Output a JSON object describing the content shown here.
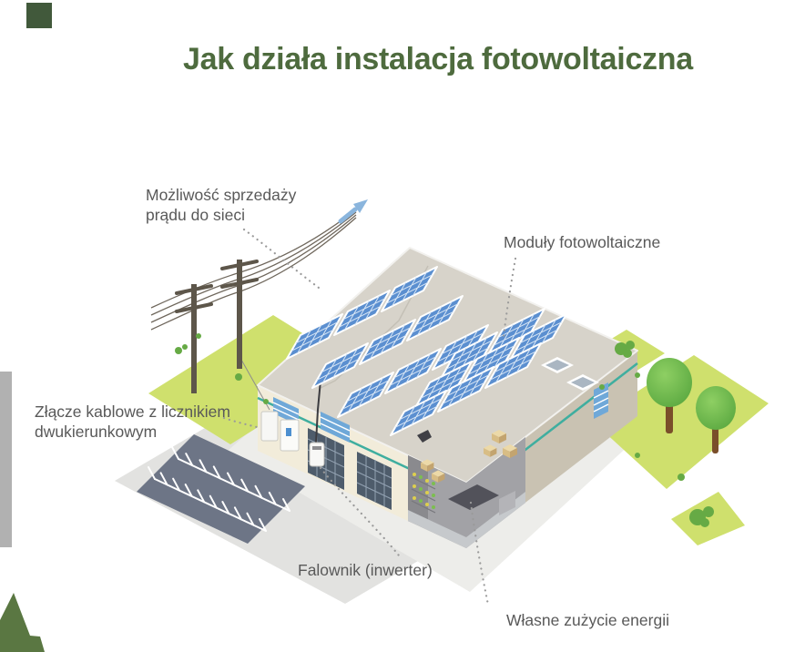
{
  "title": "Jak działa instalacja fotowoltaiczna",
  "labels": {
    "sell": "Możliwość sprzedaży prądu do sieci",
    "modules": "Moduły fotowoltaiczne",
    "junction": "Złącze kablowe z licznikiem dwukierunkowym",
    "inverter": "Falownik (inwerter)",
    "consumption": "Własne zużycie energii"
  },
  "colors": {
    "title_green": "#4e6b3e",
    "label_gray": "#595959",
    "panel_blue": "#5b8fd0",
    "panel_grid": "#d8e6f5",
    "grass_green": "#cfe06d",
    "tree_green": "#5aa840",
    "teal_stripe": "#3fae9f",
    "wall_cream": "#f2ecda",
    "wall_side": "#c9c2b2",
    "roof_gray": "#d7d3ca",
    "parking_gray": "#6d7586",
    "apron_gray": "#e2e2e0",
    "accent_bar_gray": "#b1b1b1",
    "corner_green": "#41593b",
    "arrow_blue": "#8ab5dd"
  }
}
